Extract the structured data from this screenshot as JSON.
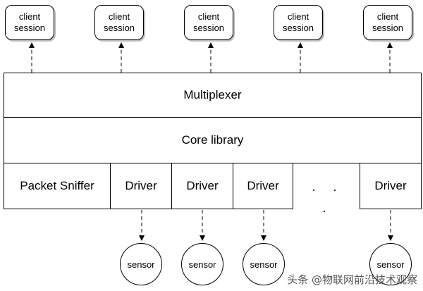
{
  "sessions": [
    "client session",
    "client session",
    "client session",
    "client session",
    "client session"
  ],
  "multiplexer": {
    "label": "Multiplexer"
  },
  "core_library": {
    "label": "Core library"
  },
  "bottom_row": {
    "packet_sniffer": "Packet Sniffer",
    "drivers": [
      "Driver",
      "Driver",
      "Driver",
      "Driver"
    ],
    "ellipsis": ". . ."
  },
  "sensors": [
    "sensor",
    "sensor",
    "sensor",
    "sensor"
  ],
  "watermark": "头条 @物联网前沿技术观察"
}
